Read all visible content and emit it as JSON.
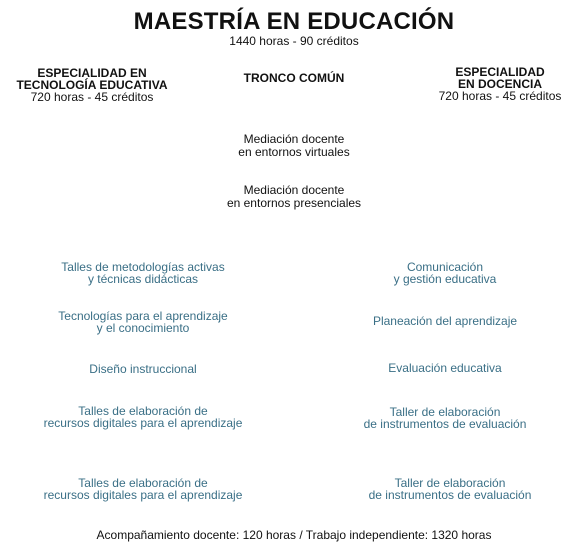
{
  "title": "MAESTRÍA EN EDUCACIÓN",
  "subtitle": "1440 horas - 90 créditos",
  "left_header": {
    "line1": "ESPECIALIDAD EN",
    "line2": "TECNOLOGÍA EDUCATIVA",
    "hours": "720 horas - 45 créditos"
  },
  "center_header": "TRONCO COMÚN",
  "right_header": {
    "line1": "ESPECIALIDAD",
    "line2": "EN DOCENCIA",
    "hours": "720 horas - 45 créditos"
  },
  "common_courses": [
    {
      "line1": "Mediación docente",
      "line2": "en entornos virtuales"
    },
    {
      "line1": "Mediación docente",
      "line2": "en entornos presenciales"
    }
  ],
  "left_courses": [
    {
      "line1": "Talles de metodologías activas",
      "line2": "y técnicas didácticas"
    },
    {
      "line1": "Tecnologías para el aprendizaje",
      "line2": "y el conocimiento"
    },
    {
      "line1": "Diseño instruccional",
      "line2": ""
    },
    {
      "line1": "Talles de elaboración de",
      "line2": "recursos digitales para el aprendizaje"
    },
    {
      "line1": "Talles de elaboración de",
      "line2": "recursos digitales para el aprendizaje"
    }
  ],
  "right_courses": [
    {
      "line1": "Comunicación",
      "line2": "y gestión educativa"
    },
    {
      "line1": "Planeación del aprendizaje",
      "line2": ""
    },
    {
      "line1": "Evaluación educativa",
      "line2": ""
    },
    {
      "line1": "Taller de elaboración",
      "line2": "de instrumentos de evaluación"
    },
    {
      "line1": "Taller de elaboración",
      "line2": "de instrumentos de evaluación"
    }
  ],
  "footer": "Acompañamiento docente: 120 horas / Trabajo independiente: 1320 horas",
  "colors": {
    "text": "#111111",
    "course_blue": "#3a6f86"
  }
}
